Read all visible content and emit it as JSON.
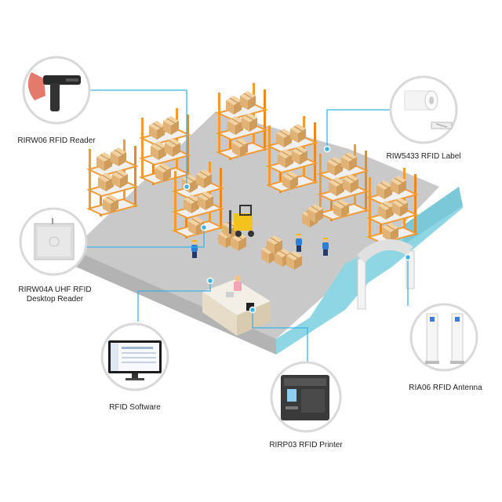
{
  "devices": [
    {
      "id": "reader",
      "label": "RIRW06 RFID Reader",
      "icon": "handheld-reader-icon"
    },
    {
      "id": "label",
      "label": "RIW5433 RFID Label",
      "icon": "label-roll-icon"
    },
    {
      "id": "desktop",
      "label_line1": "RIRW04A UHF RFID",
      "label_line2": "Desktop Reader",
      "icon": "desktop-reader-icon"
    },
    {
      "id": "antenna",
      "label": "RIA06 RFID Antenna",
      "icon": "antenna-gate-icon"
    },
    {
      "id": "software",
      "label": "RFID Software",
      "icon": "monitor-icon"
    },
    {
      "id": "printer",
      "label": "RIRP03 RFID Printer",
      "icon": "printer-icon"
    }
  ],
  "colors": {
    "connector": "#3bb3e6",
    "floor": "#c8c8c8",
    "wall": "#8ed6e3",
    "shelf": "#f29a33",
    "box": "#e8c08a",
    "circle_border": "#d9d9d9"
  }
}
